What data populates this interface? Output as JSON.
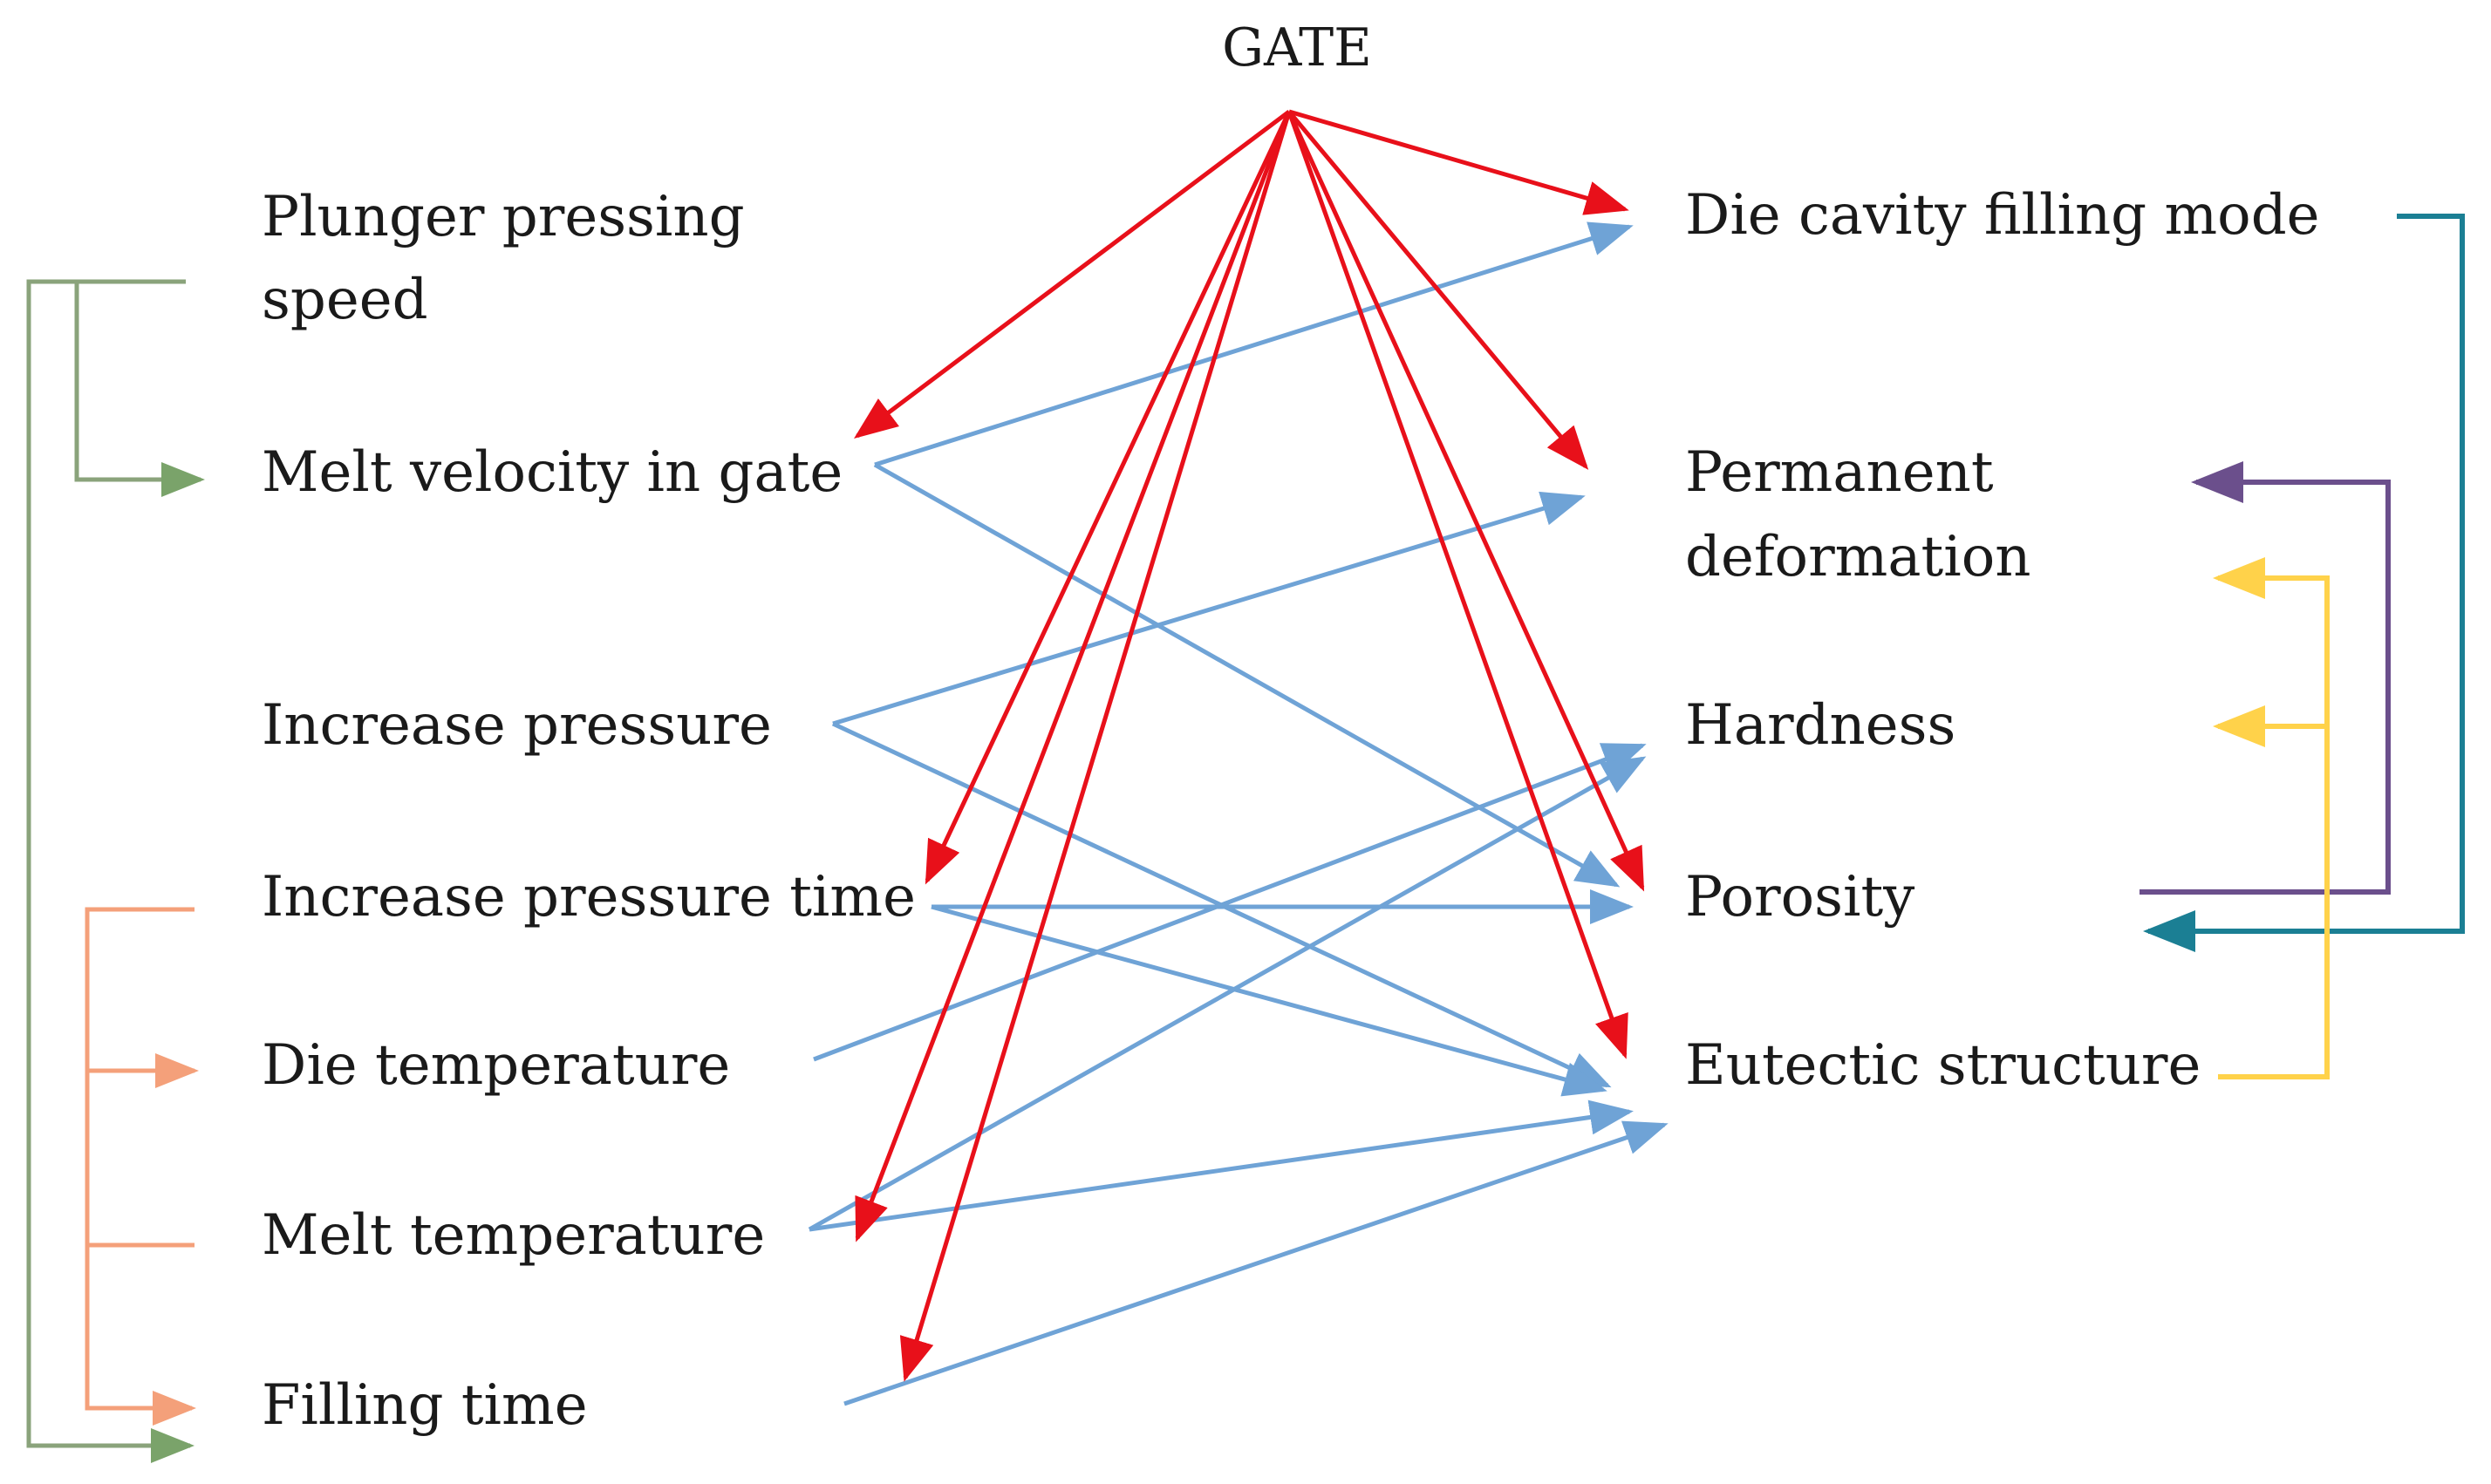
{
  "gate": {
    "label": "GATE"
  },
  "inputs": {
    "plunger_speed": {
      "line1": "Plunger pressing",
      "line2": "speed"
    },
    "melt_velocity": {
      "label": "Melt velocity in gate"
    },
    "increase_pressure": {
      "label": "Increase pressure"
    },
    "increase_pressure_time": {
      "label": "Increase pressure time"
    },
    "die_temperature": {
      "label": "Die temperature"
    },
    "melt_temperature": {
      "label": "Melt temperature"
    },
    "filling_time": {
      "label": "Filling time"
    }
  },
  "outputs": {
    "die_cavity_filling_mode": {
      "label": "Die cavity filling mode"
    },
    "permanent_deformation": {
      "line1": "Permanent",
      "line2": "deformation"
    },
    "hardness": {
      "label": "Hardness"
    },
    "porosity": {
      "label": "Porosity"
    },
    "eutectic_structure": {
      "label": "Eutectic structure"
    }
  },
  "colors": {
    "gate_arrows": "#e8101a",
    "influence_arrows": "#6fa3d6",
    "plunger_bracket": "#8aa37b",
    "temperature_bracket": "#f4a07a",
    "filling_mode_bracket": "#1b7f94",
    "porosity_bracket": "#6b4f8c",
    "eutectic_bracket": "#ffd24a"
  }
}
